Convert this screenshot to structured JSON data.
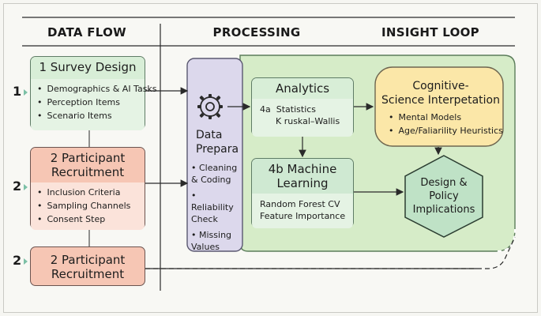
{
  "headers": {
    "data_flow": "DATA FLOW",
    "processing": "PROCESSING",
    "insight_loop": "INSIGHT LOOP"
  },
  "row_markers": [
    "1",
    "2",
    "2"
  ],
  "survey": {
    "title": "1 Survey Design",
    "items": [
      "Demographics & AI Tasks",
      "Perception Items",
      "Scenario Items"
    ]
  },
  "recruitment": {
    "title_line1": "2 Participant",
    "title_line2": "Recruitment",
    "items": [
      "Inclusion Criteria",
      "Sampling Channels",
      "Consent Step"
    ]
  },
  "recruitment_bottom": {
    "title_line1": "2 Participant",
    "title_line2": "Recruitment"
  },
  "prep": {
    "title_line1": "Data",
    "title_line2": "Prepara",
    "items": [
      "Cleaning & Coding",
      "Reliability Check",
      "Missing Values"
    ]
  },
  "analytics": {
    "title": "Analytics",
    "label": "4a",
    "line1": "Statistics",
    "line2": "K ruskal–Wallis"
  },
  "ml": {
    "title_line1": "4b Machine",
    "title_line2": "Learning",
    "line1": "Random Forest CV",
    "line2": "Feature Importance"
  },
  "cognitive": {
    "title_line1": "Cognitive-",
    "title_line2": "Science Interpetation",
    "items": [
      "Mental Models",
      "Age/Faliarility Heuristics"
    ]
  },
  "policy": {
    "line1": "Design &",
    "line2": "Policy",
    "line3": "Implications"
  },
  "colors": {
    "green_box": "#d8eed7",
    "salmon_box": "#f6c6b4",
    "lavender_panel": "#dcd8ec",
    "light_green_panel": "#d6ecc8",
    "yellow_box": "#fbe7a8",
    "hexagon": "#bfe2c6"
  },
  "icons": [
    "gear-icon"
  ]
}
